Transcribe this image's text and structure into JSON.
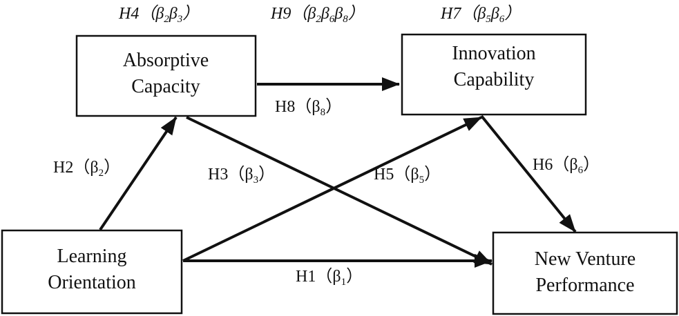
{
  "nodes": {
    "absorptive": {
      "line1": "Absorptive",
      "line2": "Capacity"
    },
    "innovation": {
      "line1": "Innovation",
      "line2": "Capability"
    },
    "learning": {
      "line1": "Learning",
      "line2": "Orientation"
    },
    "nvp": {
      "line1": "New Venture",
      "line2": "Performance"
    }
  },
  "edges": {
    "h1": {
      "name": "H1",
      "open": "（β",
      "sub": "1",
      "close": "）"
    },
    "h2": {
      "name": "H2",
      "open": "（β",
      "sub": "2",
      "close": "）"
    },
    "h3": {
      "name": "H3",
      "open": "（β",
      "sub": "3",
      "close": "）"
    },
    "h5": {
      "name": "H5",
      "open": "（β",
      "sub": "5",
      "close": "）"
    },
    "h6": {
      "name": "H6",
      "open": "（β",
      "sub": "6",
      "close": "）"
    },
    "h8": {
      "name": "H8",
      "open": "（β",
      "sub": "8",
      "close": "）"
    }
  },
  "mediation": {
    "h4": {
      "name": "H4",
      "open": "（",
      "b1": "β",
      "s1": "2",
      "b2": "β",
      "s2": "3",
      "close": "）"
    },
    "h9": {
      "name": "H9",
      "open": "（",
      "b1": "β",
      "s1": "2",
      "b2": "β",
      "s2": "6",
      "b3": "β",
      "s3": "8",
      "close": "）"
    },
    "h7": {
      "name": "H7",
      "open": "（",
      "b1": "β",
      "s1": "5",
      "b2": "β",
      "s2": "6",
      "close": "）"
    }
  }
}
